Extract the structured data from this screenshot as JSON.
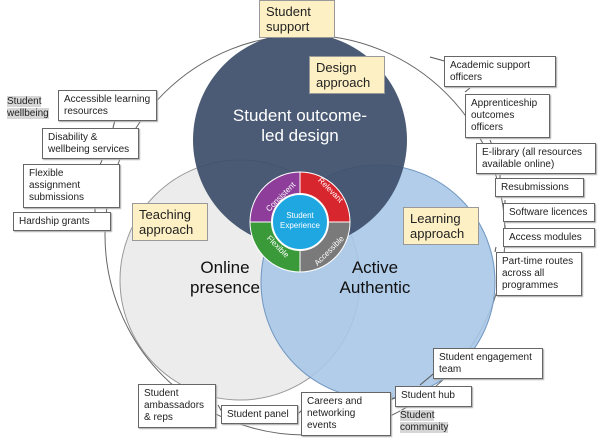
{
  "circles": {
    "design": "Student outcome-led design",
    "online": "Online presence",
    "active": "Active Authentic"
  },
  "wheel": {
    "center": "Student Experience",
    "segments": [
      "Consistent",
      "Relevant",
      "Accessible",
      "Flexible"
    ]
  },
  "approaches": {
    "support": "Student support",
    "design": "Design approach",
    "teaching": "Teaching approach",
    "learning": "Learning approach"
  },
  "groups": {
    "wellbeing": "Student wellbeing",
    "community": "Student community"
  },
  "left_boxes": [
    "Accessible learning resources",
    "Disability & wellbeing services",
    "Flexible assignment submissions",
    "Hardship grants"
  ],
  "right_boxes": [
    "Academic support officers",
    "Apprenticeship outcomes officers",
    "E-library (all resources available online)",
    "Resubmissions",
    "Software licences",
    "Access modules",
    "Part-time routes across all programmes"
  ],
  "bottom_boxes": [
    "Student ambassadors & reps",
    "Student panel",
    "Careers and networking events",
    "Student hub",
    "Student engagement team"
  ],
  "colors": {
    "design": "#3d4f6b",
    "online": "#ececec",
    "active": "#a9c8e8",
    "consistent": "#8e3e9a",
    "relevant": "#d8262e",
    "accessible": "#7a7a7a",
    "flexible": "#3a9a3a",
    "center": "#1ea7e1",
    "highlight": "#fdf0c4"
  }
}
